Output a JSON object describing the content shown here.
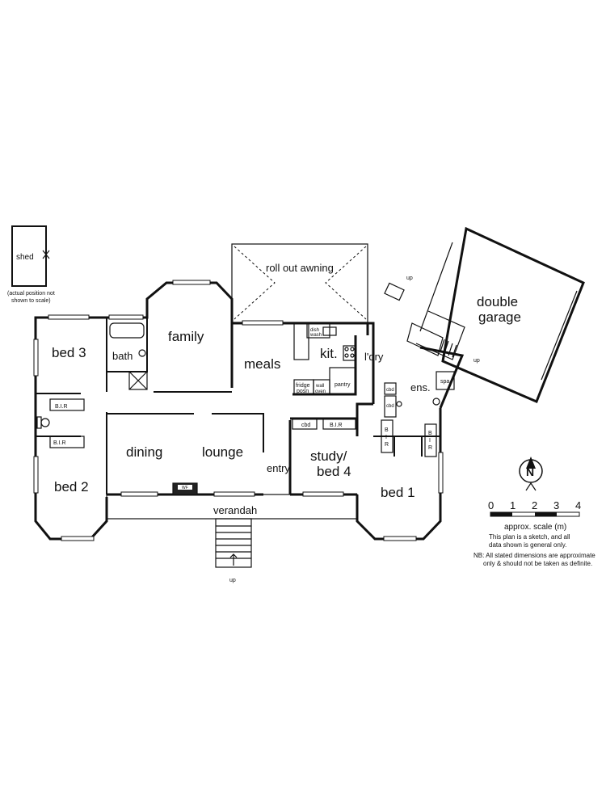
{
  "rooms": {
    "shed": "shed",
    "awning": "roll out awning",
    "bed3": "bed 3",
    "bath": "bath",
    "family": "family",
    "meals": "meals",
    "kit": "kit.",
    "ldry": "l'dry",
    "garage_line1": "double",
    "garage_line2": "garage",
    "ens": "ens.",
    "dining": "dining",
    "lounge": "lounge",
    "entry": "entry",
    "study_line1": "study/",
    "study_line2": "bed 4",
    "bed1": "bed 1",
    "bed2": "bed 2",
    "verandah": "verandah"
  },
  "fixtures": {
    "bir": "B.I.R",
    "cbd": "cbd",
    "fridge_line1": "fridge",
    "fridge_line2": "posn",
    "wall_oven_line1": "wall",
    "wall_oven_line2": "oven",
    "pantry": "pantry",
    "dish_line1": "dish",
    "dish_line2": "wash",
    "spa": "spa",
    "wf": "WF",
    "bir_v_b": "B",
    "bir_v_i": "I",
    "bir_v_r": "R",
    "up": "up"
  },
  "notes": {
    "shed_line1": "(actual position not",
    "shed_line2": "shown to scale)",
    "disclaimer_line1": "This plan is a sketch, and all",
    "disclaimer_line2": "data shown is general only.",
    "nb_line1": "NB: All stated dimensions are approximate",
    "nb_line2": "only & should not be taken as definite."
  },
  "scale": {
    "label": "approx. scale (m)",
    "ticks": [
      "0",
      "1",
      "2",
      "3",
      "4"
    ]
  },
  "compass": {
    "letter": "N"
  }
}
